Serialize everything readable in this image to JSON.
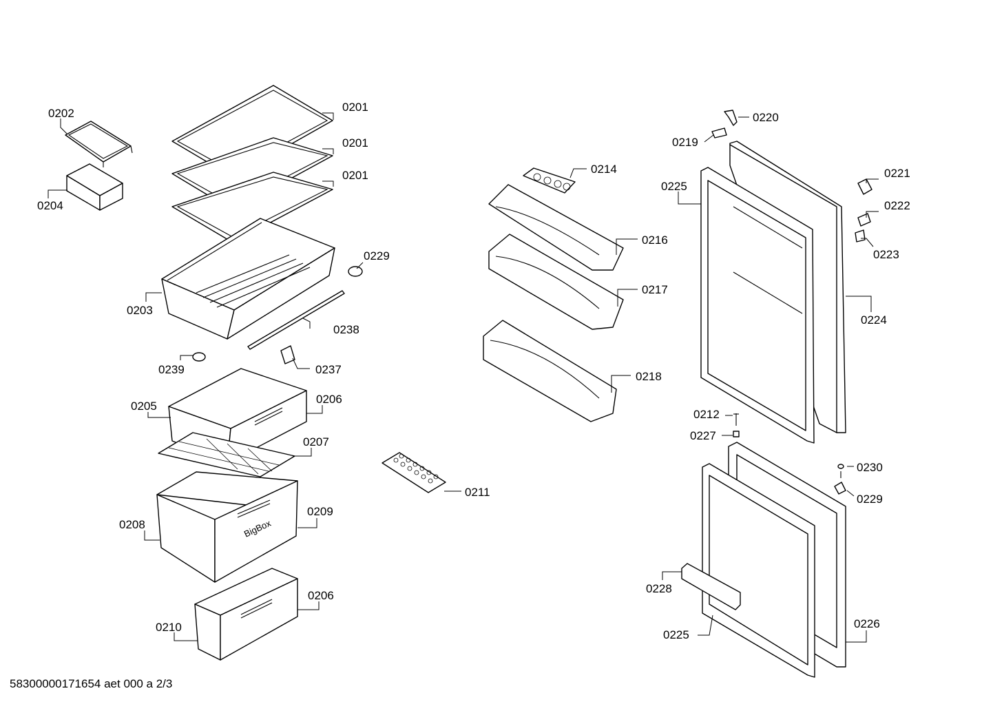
{
  "labels": {
    "l0201a": "0201",
    "l0201b": "0201",
    "l0201c": "0201",
    "l0202": "0202",
    "l0204": "0204",
    "l0203": "0203",
    "l0229a": "0229",
    "l0238": "0238",
    "l0239": "0239",
    "l0237": "0237",
    "l0205": "0205",
    "l0206a": "0206",
    "l0207": "0207",
    "l0208": "0208",
    "l0209": "0209",
    "l0210": "0210",
    "l0206b": "0206",
    "l0211": "0211",
    "l0214": "0214",
    "l0216": "0216",
    "l0217": "0217",
    "l0218": "0218",
    "l0220": "0220",
    "l0219": "0219",
    "l0225a": "0225",
    "l0221": "0221",
    "l0222": "0222",
    "l0223": "0223",
    "l0224": "0224",
    "l0212": "0212",
    "l0227": "0227",
    "l0230": "0230",
    "l0229b": "0229",
    "l0228": "0228",
    "l0225b": "0225",
    "l0226": "0226"
  },
  "bigbox_text": "BigBox",
  "footer": "58300000171654 aet 000 a 2/3"
}
